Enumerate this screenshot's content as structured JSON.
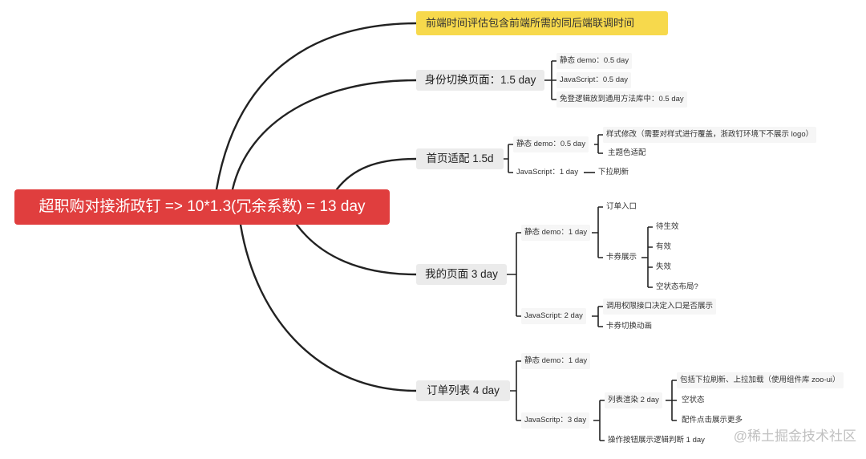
{
  "root": {
    "label": "超职购对接浙政钉 => 10*1.3(冗余系数) = 13 day",
    "color": "#e03e3e"
  },
  "note": {
    "label": "前端时间评估包含前端所需的同后端联调时间",
    "color": "#f7d94c"
  },
  "branches": {
    "identity": {
      "label": "身份切换页面：1.5 day",
      "children": [
        "静态 demo：0.5 day",
        "JavaScript：0.5 day",
        "免登逻辑放到通用方法库中：0.5 day"
      ]
    },
    "home": {
      "label": "首页适配 1.5d",
      "static": "静态 demo：0.5 day",
      "static_children": [
        "样式修改（需要对样式进行覆盖，浙政钉环境下不展示 logo）",
        "主题色适配"
      ],
      "js": "JavaScript：1 day",
      "js_children": [
        "下拉刷新"
      ]
    },
    "mine": {
      "label": "我的页面 3 day",
      "static": "静态 demo：1 day",
      "static_children": [
        "订单入口",
        "卡券展示"
      ],
      "coupon_children": [
        "待生效",
        "有效",
        "失效",
        "空状态布局?"
      ],
      "js": "JavaScript: 2 day",
      "js_children": [
        "调用权限接口决定入口是否展示",
        "卡券切换动画"
      ]
    },
    "orders": {
      "label": "订单列表 4 day",
      "static": "静态 demo：1 day",
      "js": "JavaScritp：3 day",
      "js_children": [
        "列表渲染 2 day",
        "操作按钮展示逻辑判断 1 day"
      ],
      "render_children": [
        "包括下拉刷新、上拉加载（使用组件库 zoo-ui）",
        "空状态",
        "配件点击展示更多"
      ]
    }
  },
  "watermark": "@稀土掘金技术社区",
  "colors": {
    "line": "#222222",
    "branch_bg": "#ebebeb",
    "leaf_bg": "#f6f6f6"
  }
}
